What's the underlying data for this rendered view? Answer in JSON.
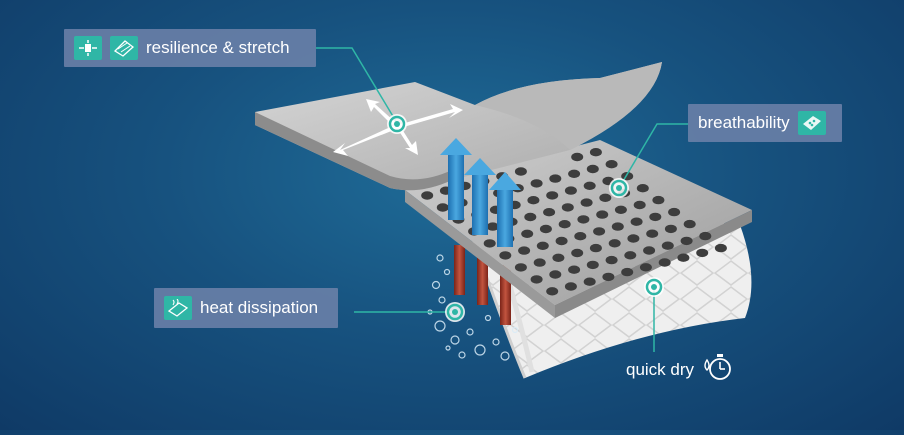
{
  "labels": {
    "resilience": "resilience & stretch",
    "breathability": "breathability",
    "heat": "heat dissipation",
    "quickdry": "quick dry"
  },
  "icons": {
    "resilience": [
      "compress-icon",
      "fabric-stretch-icon"
    ],
    "breathability": "breathable-fabric-icon",
    "heat": "heat-fabric-icon",
    "quickdry": "stopwatch-drop-icon"
  },
  "colors": {
    "background": "#17527f",
    "accent": "#2fb6a6",
    "label_box": "#6e82aa",
    "airflow_arrow": "#3a93d0",
    "heat_bar": "#a63a2c"
  }
}
